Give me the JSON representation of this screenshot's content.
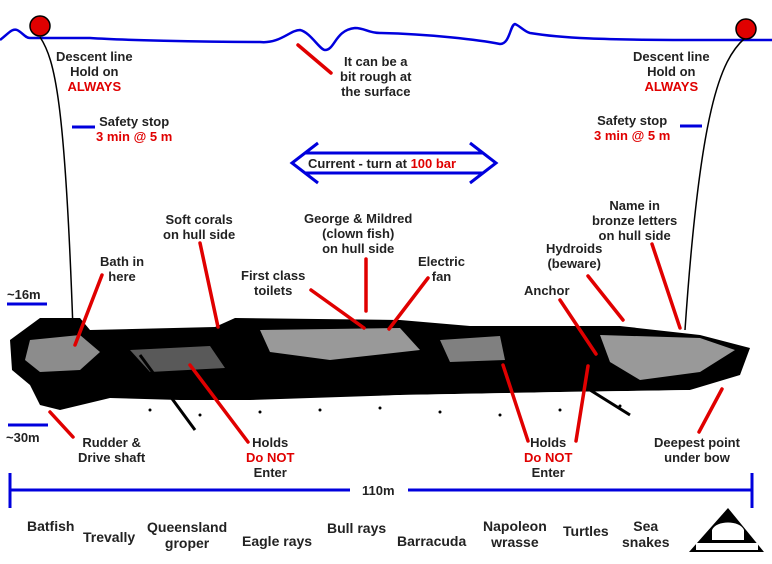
{
  "title": "Wreck dive site diagram",
  "colors": {
    "water": "#0000dd",
    "pointer": "#e00000",
    "text": "#222222",
    "buoy": "#e00000"
  },
  "surface": {
    "left_line": {
      "line1": "Descent line",
      "line2": "Hold on",
      "warning": "ALWAYS"
    },
    "right_line": {
      "line1": "Descent line",
      "line2": "Hold on",
      "warning": "ALWAYS"
    },
    "rough": {
      "line1": "It can be a",
      "line2": "bit rough at",
      "line3": "the surface"
    }
  },
  "safety_stop": {
    "left": {
      "label": "Safety stop",
      "value": "3 min @ 5 m"
    },
    "right": {
      "label": "Safety stop",
      "value": "3 min @ 5 m"
    }
  },
  "current": {
    "prefix": "Current - turn at ",
    "value": "100 bar"
  },
  "depths": {
    "shallow": "~16m",
    "deep": "~30m"
  },
  "callouts": {
    "bath": {
      "line1": "Bath in",
      "line2": "here"
    },
    "soft_corals": {
      "line1": "Soft corals",
      "line2": "on hull side"
    },
    "first_class": {
      "line1": "First class",
      "line2": "toilets"
    },
    "george": {
      "line1": "George & Mildred",
      "line2": "(clown fish)",
      "line3": "on hull side"
    },
    "fan": {
      "line1": "Electric",
      "line2": "fan"
    },
    "name": {
      "line1": "Name in",
      "line2": "bronze letters",
      "line3": "on hull side"
    },
    "hydroids": {
      "line1": "Hydroids",
      "line2": "(beware)"
    },
    "anchor": {
      "line1": "Anchor"
    },
    "rudder": {
      "line1": "Rudder &",
      "line2": "Drive shaft"
    },
    "holds_left": {
      "line1": "Holds",
      "warning": "Do NOT",
      "line3": "Enter"
    },
    "holds_right": {
      "line1": "Holds",
      "warning": "Do NOT",
      "line3": "Enter"
    },
    "deepest": {
      "line1": "Deepest point",
      "line2": "under bow"
    }
  },
  "length": {
    "label": "110m"
  },
  "marine_life": [
    {
      "line1": "Batfish"
    },
    {
      "line1": "Trevally"
    },
    {
      "line1": "Queensland",
      "line2": "groper"
    },
    {
      "line1": "Eagle rays"
    },
    {
      "line1": "Bull rays"
    },
    {
      "line1": "Barracuda"
    },
    {
      "line1": "Napoleon",
      "line2": "wrasse"
    },
    {
      "line1": "Turtles"
    },
    {
      "line1": "Sea",
      "line2": "snakes"
    }
  ],
  "logo": {
    "icon": "dive-club-logo-icon"
  }
}
